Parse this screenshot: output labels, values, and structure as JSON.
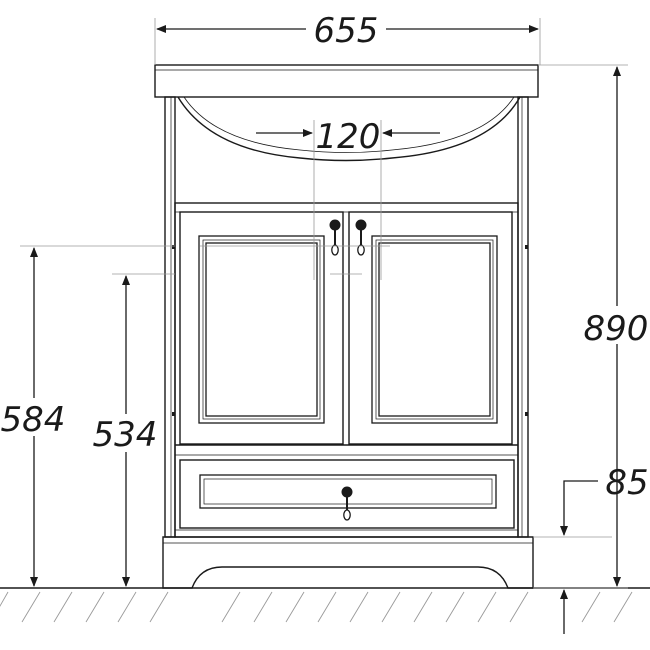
{
  "drawing": {
    "dimensions": {
      "overall_width": "655",
      "basin_drain_spacing": "120",
      "overall_height": "890",
      "left_height_outer": "584",
      "left_height_inner": "534",
      "plinth_height": "85"
    },
    "colors": {
      "line": "#1a1a1a",
      "guide": "#9a9a9a",
      "background": "#ffffff"
    }
  }
}
